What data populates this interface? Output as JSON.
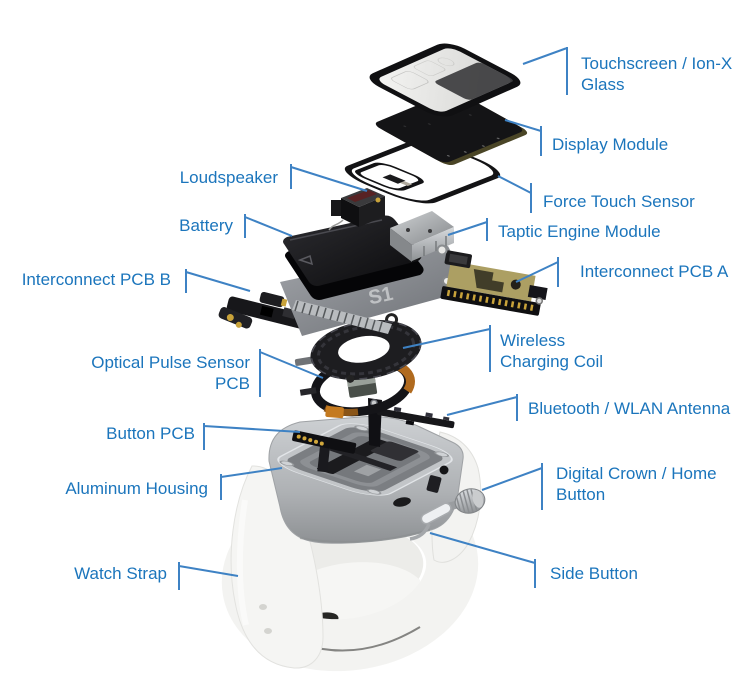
{
  "colors": {
    "label_text": "#1b75bc",
    "leader_line": "#3e82c4",
    "background": "#ffffff"
  },
  "labels": {
    "touchscreen": {
      "text": "Touchscreen / Ion-X Glass"
    },
    "display": {
      "text": "Display Module"
    },
    "loudspeaker": {
      "text": "Loudspeaker"
    },
    "force_touch": {
      "text": "Force Touch Sensor"
    },
    "battery": {
      "text": "Battery"
    },
    "taptic": {
      "text": "Taptic Engine Module"
    },
    "pcb_b": {
      "text": "Interconnect PCB B"
    },
    "pcb_a": {
      "text": "Interconnect PCB A"
    },
    "coil": {
      "text": "Wireless Charging Coil"
    },
    "optical": {
      "text": "Optical Pulse Sensor PCB"
    },
    "antenna": {
      "text": "Bluetooth / WLAN Antenna"
    },
    "button_pcb": {
      "text": "Button PCB"
    },
    "crown": {
      "text": "Digital Crown / Home Button"
    },
    "housing": {
      "text": "Aluminum Housing"
    },
    "strap": {
      "text": "Watch Strap"
    },
    "side_button": {
      "text": "Side Button"
    }
  },
  "markings": {
    "s1": "S1"
  }
}
